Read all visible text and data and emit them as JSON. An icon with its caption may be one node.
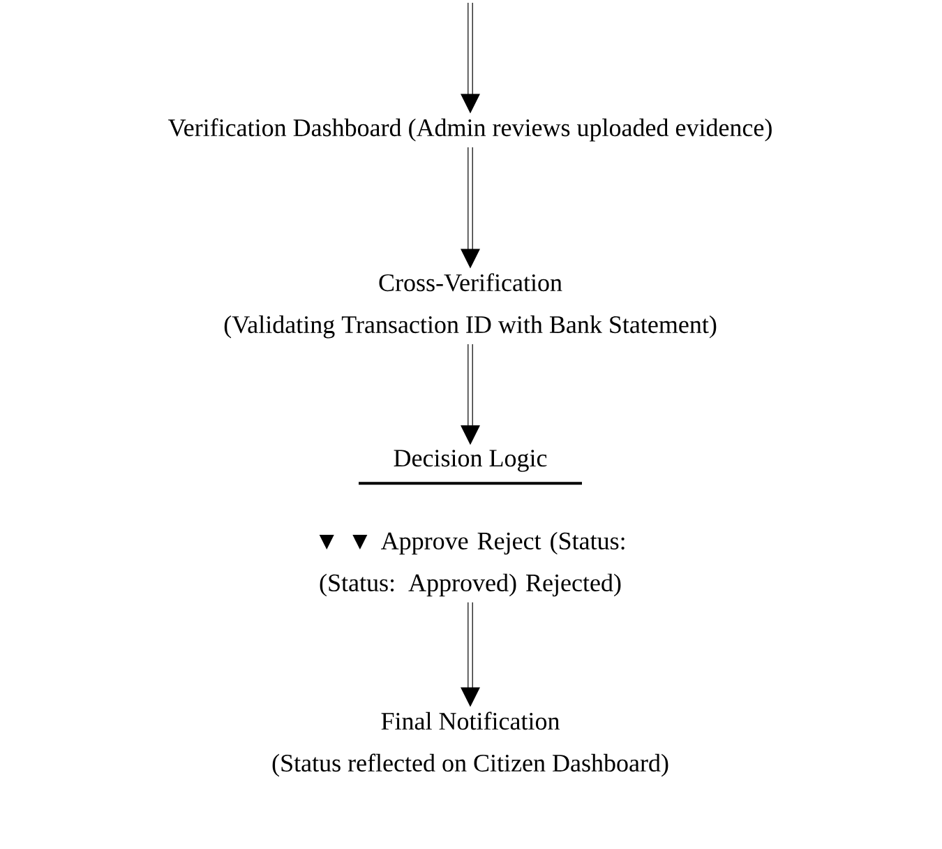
{
  "diagram": {
    "nodes": [
      {
        "text": [
          "Verification Dashboard (Admin reviews uploaded evidence)"
        ]
      },
      {
        "text": [
          "Cross-Verification",
          "(Validating Transaction ID with Bank Statement)"
        ]
      },
      {
        "text": [
          "Decision Logic"
        ]
      },
      {
        "text": [
          "▼ ▼ Approve Reject (Status: (Status: Approved) Rejected)"
        ]
      },
      {
        "text": [
          "Final Notification",
          "(Status reflected on Citizen Dashboard)"
        ]
      }
    ],
    "edges": [
      {
        "from": null,
        "to": 0,
        "arrow": "to"
      },
      {
        "from": 0,
        "to": 1,
        "arrow": "to"
      },
      {
        "from": 1,
        "to": 2,
        "arrow": "to"
      },
      {
        "from": 3,
        "to": 4,
        "arrow": "to"
      }
    ]
  }
}
